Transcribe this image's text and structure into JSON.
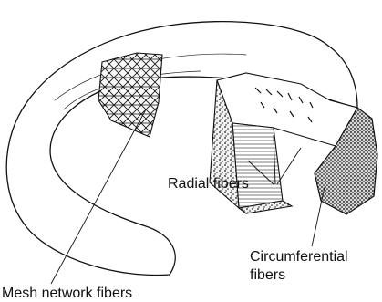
{
  "diagram": {
    "labels": {
      "radial": "Radial fibers",
      "circumferential_line1": "Circumferential",
      "circumferential_line2": "fibers",
      "mesh": "Mesh network fibers"
    }
  }
}
